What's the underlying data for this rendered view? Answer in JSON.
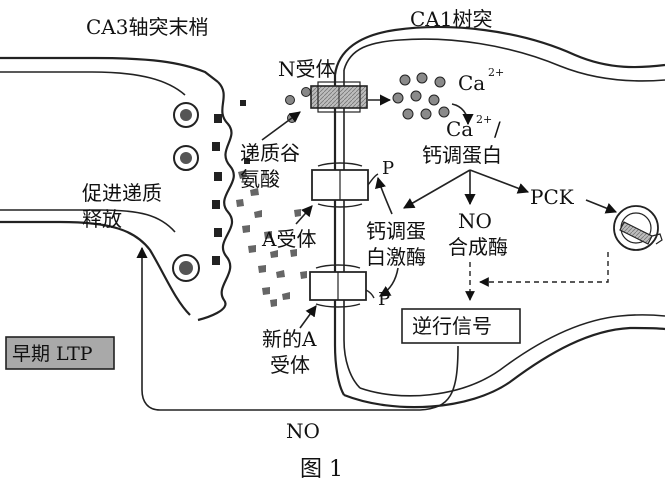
{
  "labels": {
    "ca3": "CA3轴突末梢",
    "ca1": "CA1树突",
    "n_receptor": "N受体",
    "ca_ion": "Ca",
    "ca_charge": "2+",
    "ca_complex_ion": "Ca",
    "ca_complex_charge": "2+",
    "ca_complex_slash": "/",
    "calmodulin": "钙调蛋白",
    "glutamate_line1": "递质谷",
    "glutamate_line2": "氨酸",
    "promote_line1": "促进递质",
    "promote_line2": "释放",
    "a_receptor": "A受体",
    "kinase_line1": "钙调蛋",
    "kinase_line2": "白激酶",
    "no_product": "NO",
    "synthase": "合成酶",
    "pck": "PCK",
    "p_upper": "P",
    "p_lower": "P",
    "new_a_line1": "新的A",
    "new_a_line2": "受体",
    "retrograde": "逆行信号",
    "early_ltp": "早期 LTP",
    "no_bottom": "NO",
    "figure_caption": "图 1"
  }
}
